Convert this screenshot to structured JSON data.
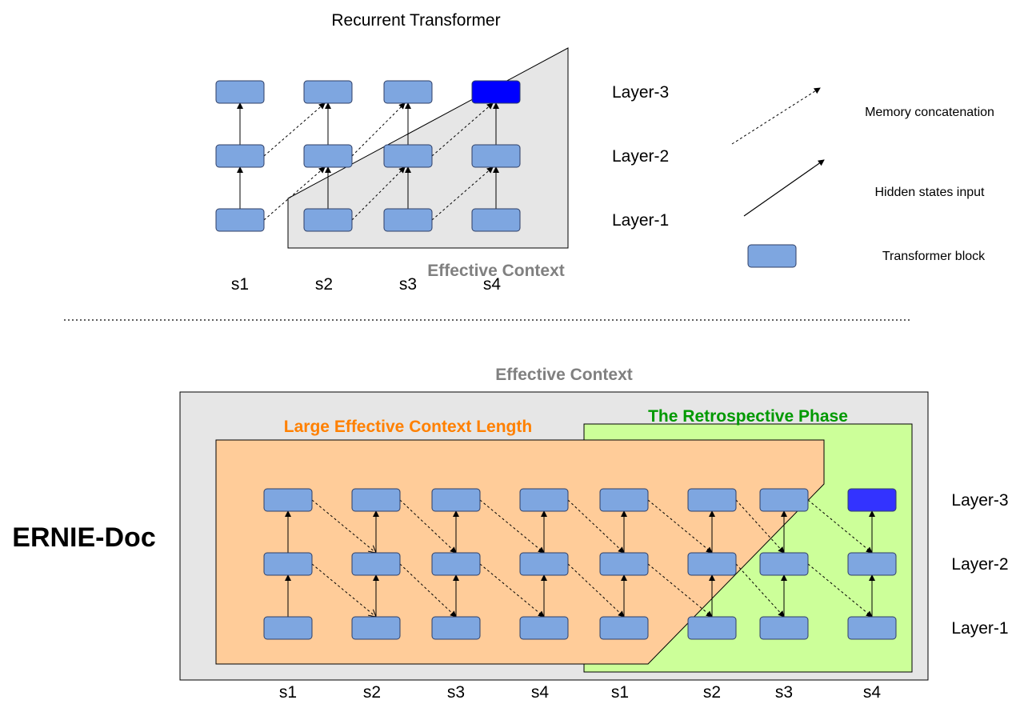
{
  "top": {
    "title": "Recurrent Transformer",
    "layer_labels": [
      "Layer-3",
      "Layer-2",
      "Layer-1"
    ],
    "segment_labels": [
      "s1",
      "s2",
      "s3",
      "s4"
    ],
    "effective_context_label": "Effective Context"
  },
  "legend": {
    "memory": "Memory concatenation",
    "hidden": "Hidden states input",
    "block": "Transformer block"
  },
  "bottom": {
    "brand": "ERNIE-Doc",
    "effective_context_label": "Effective Context",
    "large_context_label": "Large Effective Context Length",
    "retrospective_label": "The Retrospective Phase",
    "layer_labels": [
      "Layer-3",
      "Layer-2",
      "Layer-1"
    ],
    "segment_labels": [
      "s1",
      "s2",
      "s3",
      "s4",
      "s1",
      "s2",
      "s3",
      "s4"
    ]
  },
  "colors": {
    "block": "#7ea6e0",
    "block_stroke": "#2f3f66",
    "highlight_top": "#0000ff",
    "highlight_bottom": "#3333ff",
    "gray_region": "#e6e6e6",
    "orange_region": "#ffcc99",
    "green_region": "#ccff99",
    "orange_text": "#ff8000",
    "green_text": "#009900",
    "gray_text": "#808080"
  }
}
